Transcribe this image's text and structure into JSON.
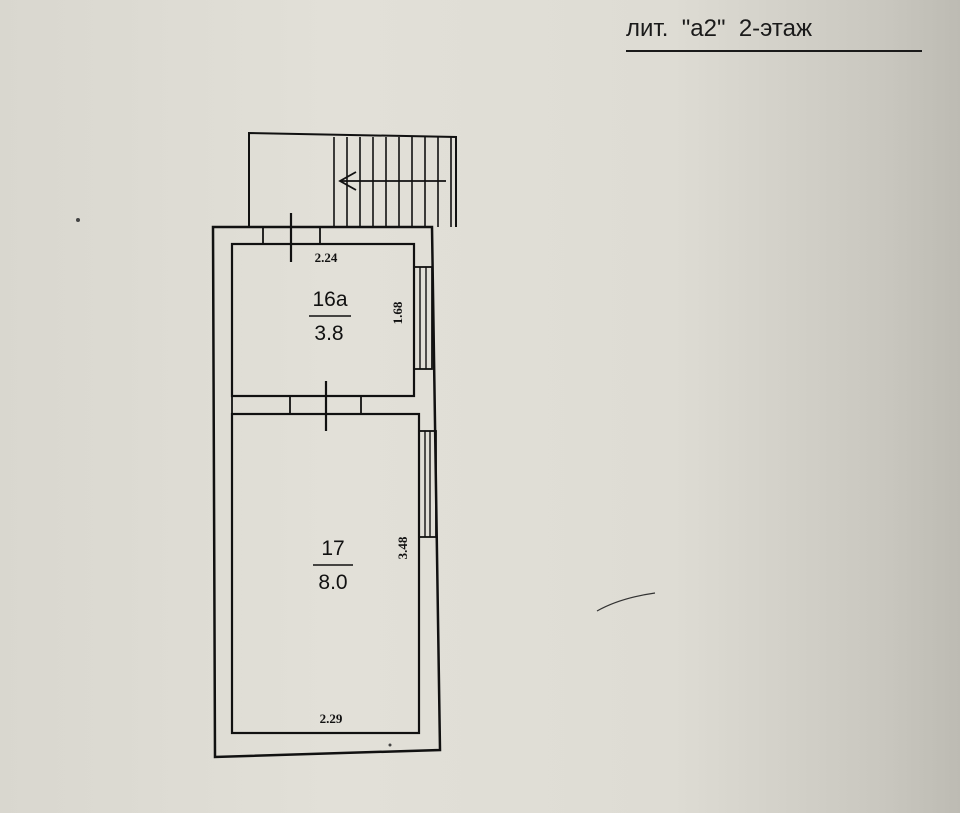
{
  "header": {
    "title": "лит.  \"а2\"  2-этаж"
  },
  "rooms": [
    {
      "number": "16a",
      "area": "3.8",
      "width_label": "2.24",
      "height_label": "1.68"
    },
    {
      "number": "17",
      "area": "8.0",
      "width_label": "2.29",
      "height_label": "3.48"
    }
  ]
}
